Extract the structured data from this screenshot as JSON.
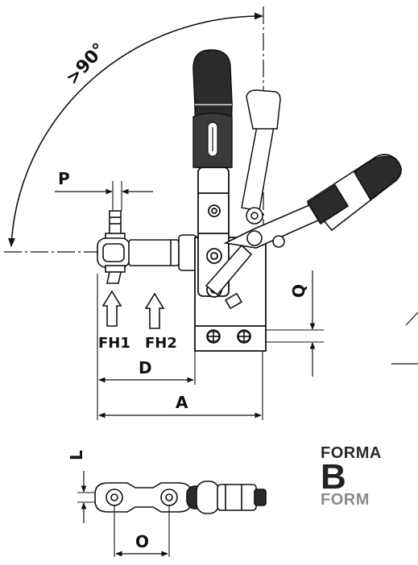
{
  "labels": {
    "angle": ">90°",
    "p": "P",
    "q": "Q",
    "fh1": "FH1",
    "fh2": "FH2",
    "d": "D",
    "a": "A",
    "l": "L",
    "o": "O"
  },
  "variant": {
    "line1": "FORMA",
    "line2": "B",
    "line3": "FORM"
  },
  "colors": {
    "ink": "#111111",
    "handle": "#2b2b2b",
    "grey_text": "#8a8a8a"
  }
}
